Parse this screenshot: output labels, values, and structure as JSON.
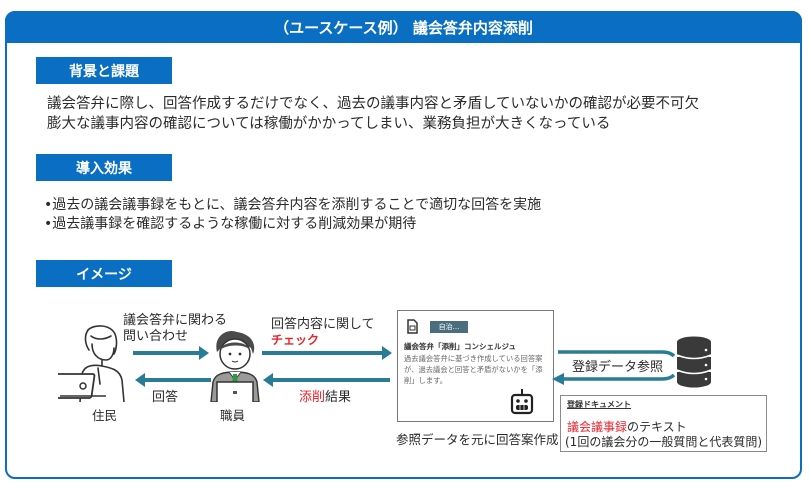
{
  "header": {
    "title": "（ユースケース例） 議会答弁内容添削"
  },
  "sections": {
    "background": {
      "label": "背景と課題",
      "lines": [
        "議会答弁に際し、回答作成するだけでなく、過去の議事内容と矛盾していないかの確認が必要不可欠",
        "膨大な議事内容の確認については稼働がかかってしまい、業務負担が大きくなっている"
      ]
    },
    "effect": {
      "label": "導入効果",
      "lines": [
        "•過去の議会議事録をもとに、議会答弁内容を添削することで適切な回答を実施",
        "•過去議事録を確認するような稼働に対する削減効果が期待"
      ]
    },
    "image": {
      "label": "イメージ"
    }
  },
  "diagram": {
    "resident": {
      "label": "住民",
      "icon": "person-laptop-icon"
    },
    "staff": {
      "label": "職員",
      "icon": "staff-laptop-icon"
    },
    "inquiry": {
      "line1": "議会答弁に関わる",
      "line2": "問い合わせ"
    },
    "reply": "回答",
    "check": {
      "line1": "回答内容に関して",
      "highlight": "チェック"
    },
    "correction": {
      "highlight": "添削",
      "rest": "結果"
    },
    "concierge": {
      "chip": "自治...",
      "title": "議会答弁「添削」コンシェルジュ",
      "description": "過去議会答弁に基づき作成している回答案が、過去議会と回答と矛盾がないかを「添削」します。",
      "icon": "robot-icon",
      "doc_icon": "document-icon"
    },
    "draft_caption": "参照データを元に回答案作成",
    "data_reference": "登録データ参照",
    "database_icon": "database-icon",
    "registered_doc": {
      "title": "登録ドキュメント",
      "highlight": "議会議事録",
      "suffix": "のテキスト",
      "detail": "(1回の議会分の一般質問と代表質問)"
    }
  },
  "colors": {
    "primary": "#0a6fc2",
    "arrow": "#2a7b96",
    "highlight": "#e8232a"
  }
}
